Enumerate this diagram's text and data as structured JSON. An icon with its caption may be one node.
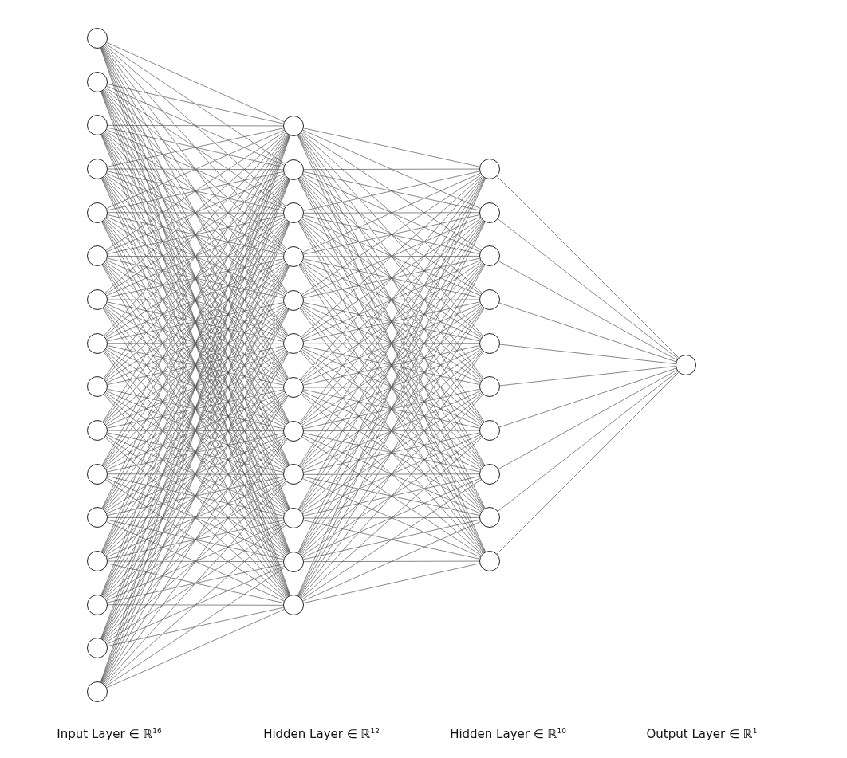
{
  "diagram": {
    "nodes": [
      {
        "text": [],
        "shape": "circle"
      },
      {
        "text": [],
        "shape": "circle"
      },
      {
        "text": [],
        "shape": "circle"
      },
      {
        "text": [],
        "shape": "circle"
      },
      {
        "text": [],
        "shape": "circle"
      },
      {
        "text": [],
        "shape": "circle"
      },
      {
        "text": [],
        "shape": "circle"
      },
      {
        "text": [],
        "shape": "circle"
      },
      {
        "text": [],
        "shape": "circle"
      },
      {
        "text": [],
        "shape": "circle"
      },
      {
        "text": [],
        "shape": "circle"
      },
      {
        "text": [],
        "shape": "circle"
      },
      {
        "text": [],
        "shape": "circle"
      },
      {
        "text": [],
        "shape": "circle"
      },
      {
        "text": [],
        "shape": "circle"
      },
      {
        "text": [],
        "shape": "circle"
      },
      {
        "text": [],
        "shape": "circle"
      },
      {
        "text": [],
        "shape": "circle"
      },
      {
        "text": [],
        "shape": "circle"
      },
      {
        "text": [],
        "shape": "circle"
      },
      {
        "text": [],
        "shape": "circle"
      },
      {
        "text": [],
        "shape": "circle"
      },
      {
        "text": [],
        "shape": "circle"
      },
      {
        "text": [],
        "shape": "circle"
      },
      {
        "text": [],
        "shape": "circle"
      },
      {
        "text": [],
        "shape": "circle"
      },
      {
        "text": [],
        "shape": "circle"
      },
      {
        "text": [],
        "shape": "circle"
      },
      {
        "text": [],
        "shape": "circle"
      },
      {
        "text": [],
        "shape": "circle"
      },
      {
        "text": [],
        "shape": "circle"
      },
      {
        "text": [],
        "shape": "circle"
      },
      {
        "text": [],
        "shape": "circle"
      },
      {
        "text": [],
        "shape": "circle"
      },
      {
        "text": [],
        "shape": "circle"
      },
      {
        "text": [],
        "shape": "circle"
      },
      {
        "text": [],
        "shape": "circle"
      },
      {
        "text": [],
        "shape": "circle"
      },
      {
        "text": [],
        "shape": "circle"
      }
    ],
    "edges": [
      {
        "from": 0,
        "to": 16,
        "arrow": "none"
      },
      {
        "from": 0,
        "to": 17,
        "arrow": "none"
      },
      {
        "from": 0,
        "to": 18,
        "arrow": "none"
      },
      {
        "from": 0,
        "to": 19,
        "arrow": "none"
      },
      {
        "from": 0,
        "to": 20,
        "arrow": "none"
      },
      {
        "from": 0,
        "to": 21,
        "arrow": "none"
      },
      {
        "from": 0,
        "to": 22,
        "arrow": "none"
      },
      {
        "from": 0,
        "to": 23,
        "arrow": "none"
      },
      {
        "from": 0,
        "to": 24,
        "arrow": "none"
      },
      {
        "from": 0,
        "to": 25,
        "arrow": "none"
      },
      {
        "from": 0,
        "to": 26,
        "arrow": "none"
      },
      {
        "from": 0,
        "to": 27,
        "arrow": "none"
      },
      {
        "from": 1,
        "to": 16,
        "arrow": "none"
      },
      {
        "from": 1,
        "to": 17,
        "arrow": "none"
      },
      {
        "from": 1,
        "to": 18,
        "arrow": "none"
      },
      {
        "from": 1,
        "to": 19,
        "arrow": "none"
      },
      {
        "from": 1,
        "to": 20,
        "arrow": "none"
      },
      {
        "from": 1,
        "to": 21,
        "arrow": "none"
      },
      {
        "from": 1,
        "to": 22,
        "arrow": "none"
      },
      {
        "from": 1,
        "to": 23,
        "arrow": "none"
      },
      {
        "from": 1,
        "to": 24,
        "arrow": "none"
      },
      {
        "from": 1,
        "to": 25,
        "arrow": "none"
      },
      {
        "from": 1,
        "to": 26,
        "arrow": "none"
      },
      {
        "from": 1,
        "to": 27,
        "arrow": "none"
      },
      {
        "from": 2,
        "to": 16,
        "arrow": "none"
      },
      {
        "from": 2,
        "to": 17,
        "arrow": "none"
      },
      {
        "from": 2,
        "to": 18,
        "arrow": "none"
      },
      {
        "from": 2,
        "to": 19,
        "arrow": "none"
      },
      {
        "from": 2,
        "to": 20,
        "arrow": "none"
      },
      {
        "from": 2,
        "to": 21,
        "arrow": "none"
      },
      {
        "from": 2,
        "to": 22,
        "arrow": "none"
      },
      {
        "from": 2,
        "to": 23,
        "arrow": "none"
      },
      {
        "from": 2,
        "to": 24,
        "arrow": "none"
      },
      {
        "from": 2,
        "to": 25,
        "arrow": "none"
      },
      {
        "from": 2,
        "to": 26,
        "arrow": "none"
      },
      {
        "from": 2,
        "to": 27,
        "arrow": "none"
      },
      {
        "from": 3,
        "to": 16,
        "arrow": "none"
      },
      {
        "from": 3,
        "to": 17,
        "arrow": "none"
      },
      {
        "from": 3,
        "to": 18,
        "arrow": "none"
      },
      {
        "from": 3,
        "to": 19,
        "arrow": "none"
      },
      {
        "from": 3,
        "to": 20,
        "arrow": "none"
      },
      {
        "from": 3,
        "to": 21,
        "arrow": "none"
      },
      {
        "from": 3,
        "to": 22,
        "arrow": "none"
      },
      {
        "from": 3,
        "to": 23,
        "arrow": "none"
      },
      {
        "from": 3,
        "to": 24,
        "arrow": "none"
      },
      {
        "from": 3,
        "to": 25,
        "arrow": "none"
      },
      {
        "from": 3,
        "to": 26,
        "arrow": "none"
      },
      {
        "from": 3,
        "to": 27,
        "arrow": "none"
      },
      {
        "from": 4,
        "to": 16,
        "arrow": "none"
      },
      {
        "from": 4,
        "to": 17,
        "arrow": "none"
      },
      {
        "from": 4,
        "to": 18,
        "arrow": "none"
      },
      {
        "from": 4,
        "to": 19,
        "arrow": "none"
      },
      {
        "from": 4,
        "to": 20,
        "arrow": "none"
      },
      {
        "from": 4,
        "to": 21,
        "arrow": "none"
      },
      {
        "from": 4,
        "to": 22,
        "arrow": "none"
      },
      {
        "from": 4,
        "to": 23,
        "arrow": "none"
      },
      {
        "from": 4,
        "to": 24,
        "arrow": "none"
      },
      {
        "from": 4,
        "to": 25,
        "arrow": "none"
      },
      {
        "from": 4,
        "to": 26,
        "arrow": "none"
      },
      {
        "from": 4,
        "to": 27,
        "arrow": "none"
      },
      {
        "from": 5,
        "to": 16,
        "arrow": "none"
      },
      {
        "from": 5,
        "to": 17,
        "arrow": "none"
      },
      {
        "from": 5,
        "to": 18,
        "arrow": "none"
      },
      {
        "from": 5,
        "to": 19,
        "arrow": "none"
      },
      {
        "from": 5,
        "to": 20,
        "arrow": "none"
      },
      {
        "from": 5,
        "to": 21,
        "arrow": "none"
      },
      {
        "from": 5,
        "to": 22,
        "arrow": "none"
      },
      {
        "from": 5,
        "to": 23,
        "arrow": "none"
      },
      {
        "from": 5,
        "to": 24,
        "arrow": "none"
      },
      {
        "from": 5,
        "to": 25,
        "arrow": "none"
      },
      {
        "from": 5,
        "to": 26,
        "arrow": "none"
      },
      {
        "from": 5,
        "to": 27,
        "arrow": "none"
      },
      {
        "from": 6,
        "to": 16,
        "arrow": "none"
      },
      {
        "from": 6,
        "to": 17,
        "arrow": "none"
      },
      {
        "from": 6,
        "to": 18,
        "arrow": "none"
      },
      {
        "from": 6,
        "to": 19,
        "arrow": "none"
      },
      {
        "from": 6,
        "to": 20,
        "arrow": "none"
      },
      {
        "from": 6,
        "to": 21,
        "arrow": "none"
      },
      {
        "from": 6,
        "to": 22,
        "arrow": "none"
      },
      {
        "from": 6,
        "to": 23,
        "arrow": "none"
      },
      {
        "from": 6,
        "to": 24,
        "arrow": "none"
      },
      {
        "from": 6,
        "to": 25,
        "arrow": "none"
      },
      {
        "from": 6,
        "to": 26,
        "arrow": "none"
      },
      {
        "from": 6,
        "to": 27,
        "arrow": "none"
      },
      {
        "from": 7,
        "to": 16,
        "arrow": "none"
      },
      {
        "from": 7,
        "to": 17,
        "arrow": "none"
      },
      {
        "from": 7,
        "to": 18,
        "arrow": "none"
      },
      {
        "from": 7,
        "to": 19,
        "arrow": "none"
      },
      {
        "from": 7,
        "to": 20,
        "arrow": "none"
      },
      {
        "from": 7,
        "to": 21,
        "arrow": "none"
      },
      {
        "from": 7,
        "to": 22,
        "arrow": "none"
      },
      {
        "from": 7,
        "to": 23,
        "arrow": "none"
      },
      {
        "from": 7,
        "to": 24,
        "arrow": "none"
      },
      {
        "from": 7,
        "to": 25,
        "arrow": "none"
      },
      {
        "from": 7,
        "to": 26,
        "arrow": "none"
      },
      {
        "from": 7,
        "to": 27,
        "arrow": "none"
      },
      {
        "from": 8,
        "to": 16,
        "arrow": "none"
      },
      {
        "from": 8,
        "to": 17,
        "arrow": "none"
      },
      {
        "from": 8,
        "to": 18,
        "arrow": "none"
      },
      {
        "from": 8,
        "to": 19,
        "arrow": "none"
      },
      {
        "from": 8,
        "to": 20,
        "arrow": "none"
      },
      {
        "from": 8,
        "to": 21,
        "arrow": "none"
      },
      {
        "from": 8,
        "to": 22,
        "arrow": "none"
      },
      {
        "from": 8,
        "to": 23,
        "arrow": "none"
      },
      {
        "from": 8,
        "to": 24,
        "arrow": "none"
      },
      {
        "from": 8,
        "to": 25,
        "arrow": "none"
      },
      {
        "from": 8,
        "to": 26,
        "arrow": "none"
      },
      {
        "from": 8,
        "to": 27,
        "arrow": "none"
      },
      {
        "from": 9,
        "to": 16,
        "arrow": "none"
      },
      {
        "from": 9,
        "to": 17,
        "arrow": "none"
      },
      {
        "from": 9,
        "to": 18,
        "arrow": "none"
      },
      {
        "from": 9,
        "to": 19,
        "arrow": "none"
      },
      {
        "from": 9,
        "to": 20,
        "arrow": "none"
      },
      {
        "from": 9,
        "to": 21,
        "arrow": "none"
      },
      {
        "from": 9,
        "to": 22,
        "arrow": "none"
      },
      {
        "from": 9,
        "to": 23,
        "arrow": "none"
      },
      {
        "from": 9,
        "to": 24,
        "arrow": "none"
      },
      {
        "from": 9,
        "to": 25,
        "arrow": "none"
      },
      {
        "from": 9,
        "to": 26,
        "arrow": "none"
      },
      {
        "from": 9,
        "to": 27,
        "arrow": "none"
      },
      {
        "from": 10,
        "to": 16,
        "arrow": "none"
      },
      {
        "from": 10,
        "to": 17,
        "arrow": "none"
      },
      {
        "from": 10,
        "to": 18,
        "arrow": "none"
      },
      {
        "from": 10,
        "to": 19,
        "arrow": "none"
      },
      {
        "from": 10,
        "to": 20,
        "arrow": "none"
      },
      {
        "from": 10,
        "to": 21,
        "arrow": "none"
      },
      {
        "from": 10,
        "to": 22,
        "arrow": "none"
      },
      {
        "from": 10,
        "to": 23,
        "arrow": "none"
      },
      {
        "from": 10,
        "to": 24,
        "arrow": "none"
      },
      {
        "from": 10,
        "to": 25,
        "arrow": "none"
      },
      {
        "from": 10,
        "to": 26,
        "arrow": "none"
      },
      {
        "from": 10,
        "to": 27,
        "arrow": "none"
      },
      {
        "from": 11,
        "to": 16,
        "arrow": "none"
      },
      {
        "from": 11,
        "to": 17,
        "arrow": "none"
      },
      {
        "from": 11,
        "to": 18,
        "arrow": "none"
      },
      {
        "from": 11,
        "to": 19,
        "arrow": "none"
      },
      {
        "from": 11,
        "to": 20,
        "arrow": "none"
      },
      {
        "from": 11,
        "to": 21,
        "arrow": "none"
      },
      {
        "from": 11,
        "to": 22,
        "arrow": "none"
      },
      {
        "from": 11,
        "to": 23,
        "arrow": "none"
      },
      {
        "from": 11,
        "to": 24,
        "arrow": "none"
      },
      {
        "from": 11,
        "to": 25,
        "arrow": "none"
      },
      {
        "from": 11,
        "to": 26,
        "arrow": "none"
      },
      {
        "from": 11,
        "to": 27,
        "arrow": "none"
      },
      {
        "from": 12,
        "to": 16,
        "arrow": "none"
      },
      {
        "from": 12,
        "to": 17,
        "arrow": "none"
      },
      {
        "from": 12,
        "to": 18,
        "arrow": "none"
      },
      {
        "from": 12,
        "to": 19,
        "arrow": "none"
      },
      {
        "from": 12,
        "to": 20,
        "arrow": "none"
      },
      {
        "from": 12,
        "to": 21,
        "arrow": "none"
      },
      {
        "from": 12,
        "to": 22,
        "arrow": "none"
      },
      {
        "from": 12,
        "to": 23,
        "arrow": "none"
      },
      {
        "from": 12,
        "to": 24,
        "arrow": "none"
      },
      {
        "from": 12,
        "to": 25,
        "arrow": "none"
      },
      {
        "from": 12,
        "to": 26,
        "arrow": "none"
      },
      {
        "from": 12,
        "to": 27,
        "arrow": "none"
      },
      {
        "from": 13,
        "to": 16,
        "arrow": "none"
      },
      {
        "from": 13,
        "to": 17,
        "arrow": "none"
      },
      {
        "from": 13,
        "to": 18,
        "arrow": "none"
      },
      {
        "from": 13,
        "to": 19,
        "arrow": "none"
      },
      {
        "from": 13,
        "to": 20,
        "arrow": "none"
      },
      {
        "from": 13,
        "to": 21,
        "arrow": "none"
      },
      {
        "from": 13,
        "to": 22,
        "arrow": "none"
      },
      {
        "from": 13,
        "to": 23,
        "arrow": "none"
      },
      {
        "from": 13,
        "to": 24,
        "arrow": "none"
      },
      {
        "from": 13,
        "to": 25,
        "arrow": "none"
      },
      {
        "from": 13,
        "to": 26,
        "arrow": "none"
      },
      {
        "from": 13,
        "to": 27,
        "arrow": "none"
      },
      {
        "from": 14,
        "to": 16,
        "arrow": "none"
      },
      {
        "from": 14,
        "to": 17,
        "arrow": "none"
      },
      {
        "from": 14,
        "to": 18,
        "arrow": "none"
      },
      {
        "from": 14,
        "to": 19,
        "arrow": "none"
      },
      {
        "from": 14,
        "to": 20,
        "arrow": "none"
      },
      {
        "from": 14,
        "to": 21,
        "arrow": "none"
      },
      {
        "from": 14,
        "to": 22,
        "arrow": "none"
      },
      {
        "from": 14,
        "to": 23,
        "arrow": "none"
      },
      {
        "from": 14,
        "to": 24,
        "arrow": "none"
      },
      {
        "from": 14,
        "to": 25,
        "arrow": "none"
      },
      {
        "from": 14,
        "to": 26,
        "arrow": "none"
      },
      {
        "from": 14,
        "to": 27,
        "arrow": "none"
      },
      {
        "from": 15,
        "to": 16,
        "arrow": "none"
      },
      {
        "from": 15,
        "to": 17,
        "arrow": "none"
      },
      {
        "from": 15,
        "to": 18,
        "arrow": "none"
      },
      {
        "from": 15,
        "to": 19,
        "arrow": "none"
      },
      {
        "from": 15,
        "to": 20,
        "arrow": "none"
      },
      {
        "from": 15,
        "to": 21,
        "arrow": "none"
      },
      {
        "from": 15,
        "to": 22,
        "arrow": "none"
      },
      {
        "from": 15,
        "to": 23,
        "arrow": "none"
      },
      {
        "from": 15,
        "to": 24,
        "arrow": "none"
      },
      {
        "from": 15,
        "to": 25,
        "arrow": "none"
      },
      {
        "from": 15,
        "to": 26,
        "arrow": "none"
      },
      {
        "from": 15,
        "to": 27,
        "arrow": "none"
      },
      {
        "from": 16,
        "to": 28,
        "arrow": "none"
      },
      {
        "from": 16,
        "to": 29,
        "arrow": "none"
      },
      {
        "from": 16,
        "to": 30,
        "arrow": "none"
      },
      {
        "from": 16,
        "to": 31,
        "arrow": "none"
      },
      {
        "from": 16,
        "to": 32,
        "arrow": "none"
      },
      {
        "from": 16,
        "to": 33,
        "arrow": "none"
      },
      {
        "from": 16,
        "to": 34,
        "arrow": "none"
      },
      {
        "from": 16,
        "to": 35,
        "arrow": "none"
      },
      {
        "from": 16,
        "to": 36,
        "arrow": "none"
      },
      {
        "from": 16,
        "to": 37,
        "arrow": "none"
      },
      {
        "from": 17,
        "to": 28,
        "arrow": "none"
      },
      {
        "from": 17,
        "to": 29,
        "arrow": "none"
      },
      {
        "from": 17,
        "to": 30,
        "arrow": "none"
      },
      {
        "from": 17,
        "to": 31,
        "arrow": "none"
      },
      {
        "from": 17,
        "to": 32,
        "arrow": "none"
      },
      {
        "from": 17,
        "to": 33,
        "arrow": "none"
      },
      {
        "from": 17,
        "to": 34,
        "arrow": "none"
      },
      {
        "from": 17,
        "to": 35,
        "arrow": "none"
      },
      {
        "from": 17,
        "to": 36,
        "arrow": "none"
      },
      {
        "from": 17,
        "to": 37,
        "arrow": "none"
      },
      {
        "from": 18,
        "to": 28,
        "arrow": "none"
      },
      {
        "from": 18,
        "to": 29,
        "arrow": "none"
      },
      {
        "from": 18,
        "to": 30,
        "arrow": "none"
      },
      {
        "from": 18,
        "to": 31,
        "arrow": "none"
      },
      {
        "from": 18,
        "to": 32,
        "arrow": "none"
      },
      {
        "from": 18,
        "to": 33,
        "arrow": "none"
      },
      {
        "from": 18,
        "to": 34,
        "arrow": "none"
      },
      {
        "from": 18,
        "to": 35,
        "arrow": "none"
      },
      {
        "from": 18,
        "to": 36,
        "arrow": "none"
      },
      {
        "from": 18,
        "to": 37,
        "arrow": "none"
      },
      {
        "from": 19,
        "to": 28,
        "arrow": "none"
      },
      {
        "from": 19,
        "to": 29,
        "arrow": "none"
      },
      {
        "from": 19,
        "to": 30,
        "arrow": "none"
      },
      {
        "from": 19,
        "to": 31,
        "arrow": "none"
      },
      {
        "from": 19,
        "to": 32,
        "arrow": "none"
      },
      {
        "from": 19,
        "to": 33,
        "arrow": "none"
      },
      {
        "from": 19,
        "to": 34,
        "arrow": "none"
      },
      {
        "from": 19,
        "to": 35,
        "arrow": "none"
      },
      {
        "from": 19,
        "to": 36,
        "arrow": "none"
      },
      {
        "from": 19,
        "to": 37,
        "arrow": "none"
      },
      {
        "from": 20,
        "to": 28,
        "arrow": "none"
      },
      {
        "from": 20,
        "to": 29,
        "arrow": "none"
      },
      {
        "from": 20,
        "to": 30,
        "arrow": "none"
      },
      {
        "from": 20,
        "to": 31,
        "arrow": "none"
      },
      {
        "from": 20,
        "to": 32,
        "arrow": "none"
      },
      {
        "from": 20,
        "to": 33,
        "arrow": "none"
      },
      {
        "from": 20,
        "to": 34,
        "arrow": "none"
      },
      {
        "from": 20,
        "to": 35,
        "arrow": "none"
      },
      {
        "from": 20,
        "to": 36,
        "arrow": "none"
      },
      {
        "from": 20,
        "to": 37,
        "arrow": "none"
      },
      {
        "from": 21,
        "to": 28,
        "arrow": "none"
      },
      {
        "from": 21,
        "to": 29,
        "arrow": "none"
      },
      {
        "from": 21,
        "to": 30,
        "arrow": "none"
      },
      {
        "from": 21,
        "to": 31,
        "arrow": "none"
      },
      {
        "from": 21,
        "to": 32,
        "arrow": "none"
      },
      {
        "from": 21,
        "to": 33,
        "arrow": "none"
      },
      {
        "from": 21,
        "to": 34,
        "arrow": "none"
      },
      {
        "from": 21,
        "to": 35,
        "arrow": "none"
      },
      {
        "from": 21,
        "to": 36,
        "arrow": "none"
      },
      {
        "from": 21,
        "to": 37,
        "arrow": "none"
      },
      {
        "from": 22,
        "to": 28,
        "arrow": "none"
      },
      {
        "from": 22,
        "to": 29,
        "arrow": "none"
      },
      {
        "from": 22,
        "to": 30,
        "arrow": "none"
      },
      {
        "from": 22,
        "to": 31,
        "arrow": "none"
      },
      {
        "from": 22,
        "to": 32,
        "arrow": "none"
      },
      {
        "from": 22,
        "to": 33,
        "arrow": "none"
      },
      {
        "from": 22,
        "to": 34,
        "arrow": "none"
      },
      {
        "from": 22,
        "to": 35,
        "arrow": "none"
      },
      {
        "from": 22,
        "to": 36,
        "arrow": "none"
      },
      {
        "from": 22,
        "to": 37,
        "arrow": "none"
      },
      {
        "from": 23,
        "to": 28,
        "arrow": "none"
      },
      {
        "from": 23,
        "to": 29,
        "arrow": "none"
      },
      {
        "from": 23,
        "to": 30,
        "arrow": "none"
      },
      {
        "from": 23,
        "to": 31,
        "arrow": "none"
      },
      {
        "from": 23,
        "to": 32,
        "arrow": "none"
      },
      {
        "from": 23,
        "to": 33,
        "arrow": "none"
      },
      {
        "from": 23,
        "to": 34,
        "arrow": "none"
      },
      {
        "from": 23,
        "to": 35,
        "arrow": "none"
      },
      {
        "from": 23,
        "to": 36,
        "arrow": "none"
      },
      {
        "from": 23,
        "to": 37,
        "arrow": "none"
      },
      {
        "from": 24,
        "to": 28,
        "arrow": "none"
      },
      {
        "from": 24,
        "to": 29,
        "arrow": "none"
      },
      {
        "from": 24,
        "to": 30,
        "arrow": "none"
      },
      {
        "from": 24,
        "to": 31,
        "arrow": "none"
      },
      {
        "from": 24,
        "to": 32,
        "arrow": "none"
      },
      {
        "from": 24,
        "to": 33,
        "arrow": "none"
      },
      {
        "from": 24,
        "to": 34,
        "arrow": "none"
      },
      {
        "from": 24,
        "to": 35,
        "arrow": "none"
      },
      {
        "from": 24,
        "to": 36,
        "arrow": "none"
      },
      {
        "from": 24,
        "to": 37,
        "arrow": "none"
      },
      {
        "from": 25,
        "to": 28,
        "arrow": "none"
      },
      {
        "from": 25,
        "to": 29,
        "arrow": "none"
      },
      {
        "from": 25,
        "to": 30,
        "arrow": "none"
      },
      {
        "from": 25,
        "to": 31,
        "arrow": "none"
      },
      {
        "from": 25,
        "to": 32,
        "arrow": "none"
      },
      {
        "from": 25,
        "to": 33,
        "arrow": "none"
      },
      {
        "from": 25,
        "to": 34,
        "arrow": "none"
      },
      {
        "from": 25,
        "to": 35,
        "arrow": "none"
      },
      {
        "from": 25,
        "to": 36,
        "arrow": "none"
      },
      {
        "from": 25,
        "to": 37,
        "arrow": "none"
      },
      {
        "from": 26,
        "to": 28,
        "arrow": "none"
      },
      {
        "from": 26,
        "to": 29,
        "arrow": "none"
      },
      {
        "from": 26,
        "to": 30,
        "arrow": "none"
      },
      {
        "from": 26,
        "to": 31,
        "arrow": "none"
      },
      {
        "from": 26,
        "to": 32,
        "arrow": "none"
      },
      {
        "from": 26,
        "to": 33,
        "arrow": "none"
      },
      {
        "from": 26,
        "to": 34,
        "arrow": "none"
      },
      {
        "from": 26,
        "to": 35,
        "arrow": "none"
      },
      {
        "from": 26,
        "to": 36,
        "arrow": "none"
      },
      {
        "from": 26,
        "to": 37,
        "arrow": "none"
      },
      {
        "from": 27,
        "to": 28,
        "arrow": "none"
      },
      {
        "from": 27,
        "to": 29,
        "arrow": "none"
      },
      {
        "from": 27,
        "to": 30,
        "arrow": "none"
      },
      {
        "from": 27,
        "to": 31,
        "arrow": "none"
      },
      {
        "from": 27,
        "to": 32,
        "arrow": "none"
      },
      {
        "from": 27,
        "to": 33,
        "arrow": "none"
      },
      {
        "from": 27,
        "to": 34,
        "arrow": "none"
      },
      {
        "from": 27,
        "to": 35,
        "arrow": "none"
      },
      {
        "from": 27,
        "to": 36,
        "arrow": "none"
      },
      {
        "from": 27,
        "to": 37,
        "arrow": "none"
      },
      {
        "from": 28,
        "to": 38,
        "arrow": "none"
      },
      {
        "from": 29,
        "to": 38,
        "arrow": "none"
      },
      {
        "from": 30,
        "to": 38,
        "arrow": "none"
      },
      {
        "from": 31,
        "to": 38,
        "arrow": "none"
      },
      {
        "from": 32,
        "to": 38,
        "arrow": "none"
      },
      {
        "from": 33,
        "to": 38,
        "arrow": "none"
      },
      {
        "from": 34,
        "to": 38,
        "arrow": "none"
      },
      {
        "from": 35,
        "to": 38,
        "arrow": "none"
      },
      {
        "from": 36,
        "to": 38,
        "arrow": "none"
      },
      {
        "from": 37,
        "to": 38,
        "arrow": "none"
      }
    ],
    "labels": [
      "Input Layer ∈ ℝ$^{16}$",
      "Hidden Layer ∈ ℝ$^{12}$",
      "Hidden Layer ∈ ℝ$^{10}$",
      "Output Layer ∈ ℝ$^{1}$"
    ]
  }
}
